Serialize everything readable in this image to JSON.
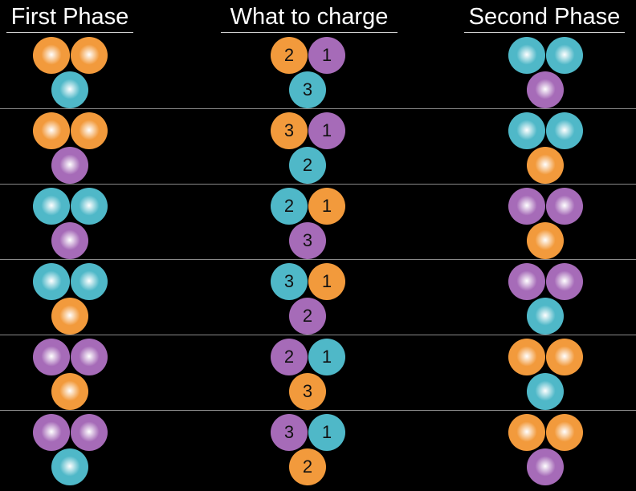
{
  "headers": {
    "first": "First Phase",
    "charge": "What to charge",
    "second": "Second Phase"
  },
  "colors": {
    "orange": "#f29a3c",
    "cyan": "#4fb8c8",
    "purple": "#a66bb8"
  },
  "rows": [
    {
      "first": [
        "orange",
        "orange",
        "cyan"
      ],
      "charge": [
        {
          "color": "orange",
          "label": "2"
        },
        {
          "color": "purple",
          "label": "1"
        },
        {
          "color": "cyan",
          "label": "3"
        }
      ],
      "second": [
        "cyan",
        "cyan",
        "purple"
      ]
    },
    {
      "first": [
        "orange",
        "orange",
        "purple"
      ],
      "charge": [
        {
          "color": "orange",
          "label": "3"
        },
        {
          "color": "purple",
          "label": "1"
        },
        {
          "color": "cyan",
          "label": "2"
        }
      ],
      "second": [
        "cyan",
        "cyan",
        "orange"
      ]
    },
    {
      "first": [
        "cyan",
        "cyan",
        "purple"
      ],
      "charge": [
        {
          "color": "cyan",
          "label": "2"
        },
        {
          "color": "orange",
          "label": "1"
        },
        {
          "color": "purple",
          "label": "3"
        }
      ],
      "second": [
        "purple",
        "purple",
        "orange"
      ]
    },
    {
      "first": [
        "cyan",
        "cyan",
        "orange"
      ],
      "charge": [
        {
          "color": "cyan",
          "label": "3"
        },
        {
          "color": "orange",
          "label": "1"
        },
        {
          "color": "purple",
          "label": "2"
        }
      ],
      "second": [
        "purple",
        "purple",
        "cyan"
      ]
    },
    {
      "first": [
        "purple",
        "purple",
        "orange"
      ],
      "charge": [
        {
          "color": "purple",
          "label": "2"
        },
        {
          "color": "cyan",
          "label": "1"
        },
        {
          "color": "orange",
          "label": "3"
        }
      ],
      "second": [
        "orange",
        "orange",
        "cyan"
      ]
    },
    {
      "first": [
        "purple",
        "purple",
        "cyan"
      ],
      "charge": [
        {
          "color": "purple",
          "label": "3"
        },
        {
          "color": "cyan",
          "label": "1"
        },
        {
          "color": "orange",
          "label": "2"
        }
      ],
      "second": [
        "orange",
        "orange",
        "purple"
      ]
    }
  ]
}
